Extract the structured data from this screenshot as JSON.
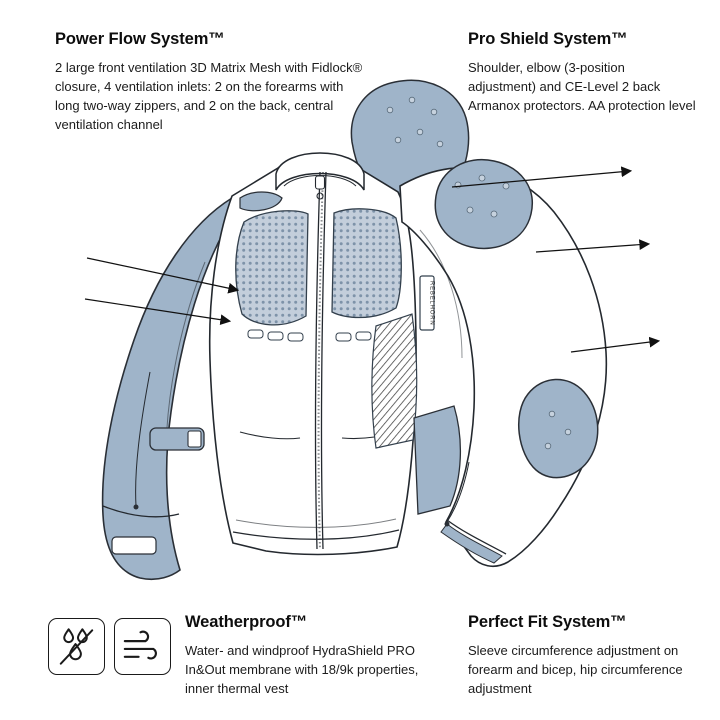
{
  "colors": {
    "accent": "#9fb4c9",
    "accent_dark": "#7e93a9",
    "mesh_bg": "#c3cedb",
    "mesh_dot": "#7e93a9",
    "outline": "#24292f",
    "text": "#111111"
  },
  "callouts": {
    "power_flow": {
      "title": "Power Flow System™",
      "description": "2 large front ventilation 3D Matrix Mesh with Fidlock® closure, 4 ventilation inlets: 2 on the forearms with long two-way zippers, and 2 on the back, central ventilation channel"
    },
    "pro_shield": {
      "title": "Pro Shield System™",
      "description": "Shoulder, elbow (3-position adjustment) and CE-Level 2 back Armanox protectors. AA protection level"
    },
    "weatherproof": {
      "title": "Weatherproof™",
      "description": "Water- and windproof HydraShield PRO In&Out membrane with 18/9k properties, inner thermal vest"
    },
    "perfect_fit": {
      "title": "Perfect Fit System™",
      "description": "Sleeve circumference adjustment on forearm and bicep, hip circumference adjustment"
    }
  },
  "jacket": {
    "brand_label": "REBELHORN"
  },
  "icons": [
    {
      "name": "water-repellent-icon"
    },
    {
      "name": "wind-icon"
    }
  ]
}
